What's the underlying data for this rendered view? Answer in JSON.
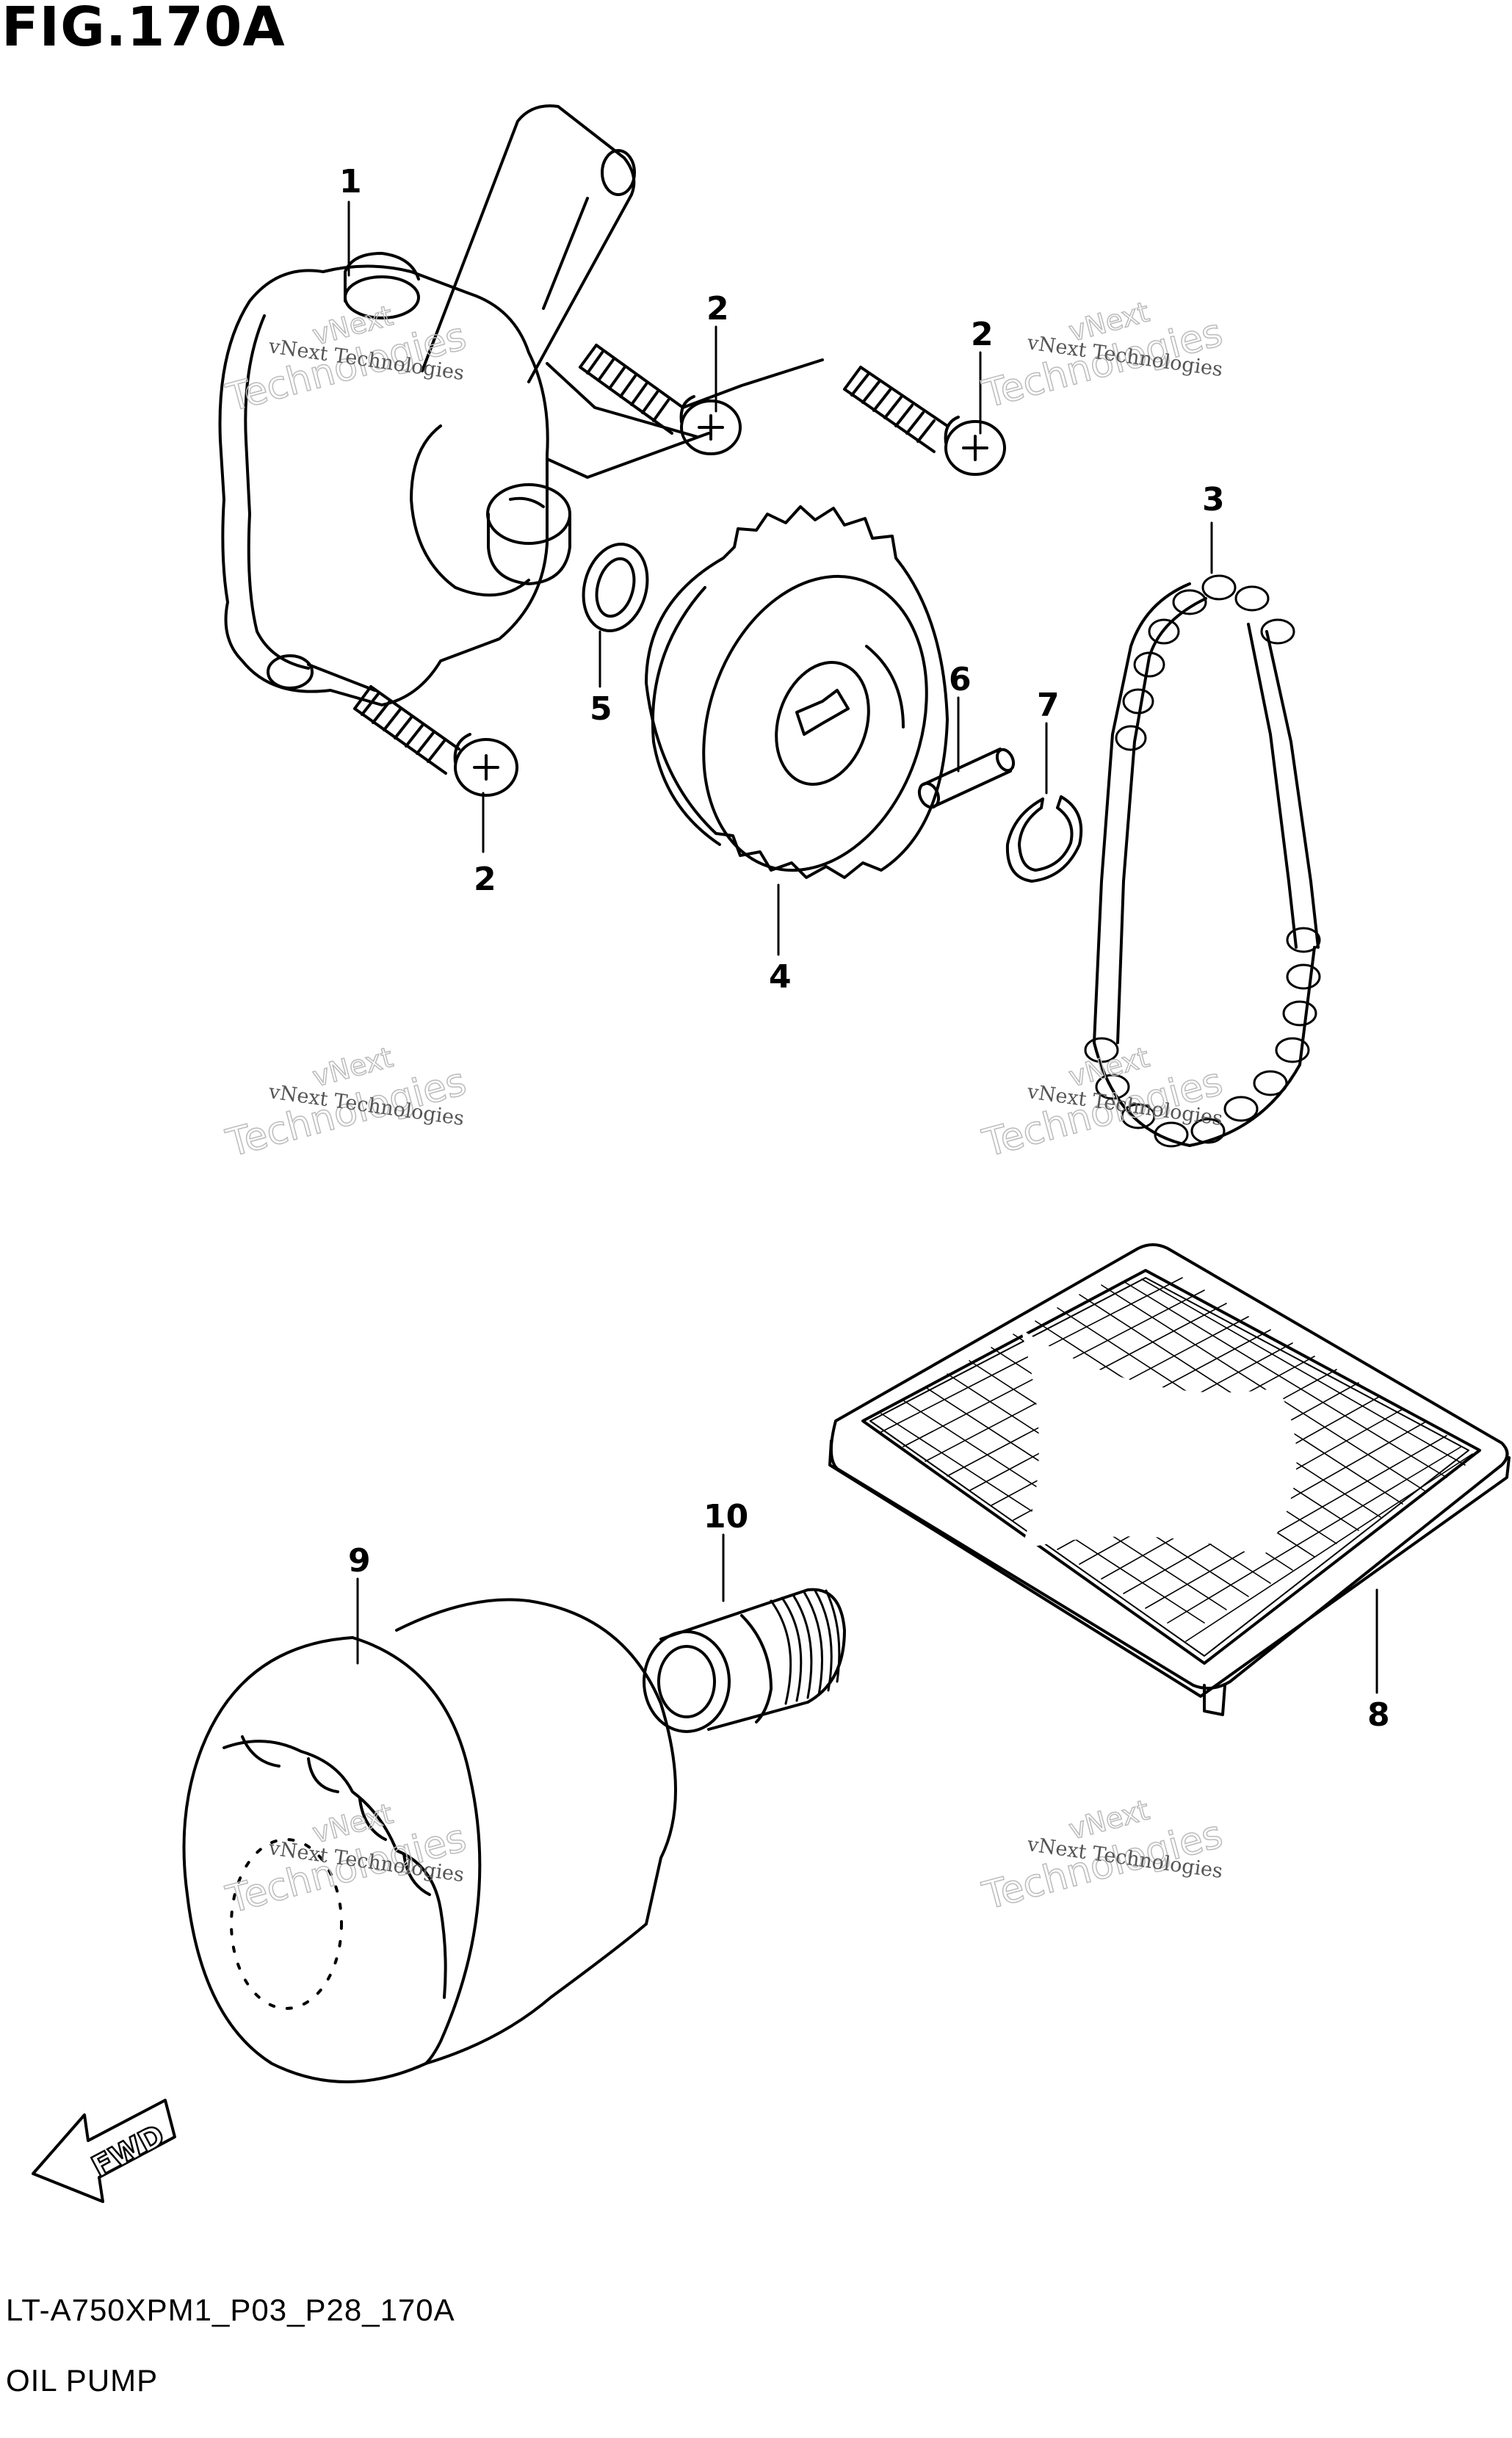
{
  "figure": {
    "title": "FIG.170A",
    "code": "LT-A750XPM1_P03_P28_170A",
    "name": "OIL PUMP"
  },
  "callouts": [
    "1",
    "2",
    "2",
    "2",
    "3",
    "4",
    "5",
    "6",
    "7",
    "8",
    "9",
    "10"
  ],
  "watermark": {
    "line": "vNext Technologies",
    "brand_top": "vNext",
    "brand_bottom": "Technologies"
  },
  "direction_arrow": "FWD"
}
